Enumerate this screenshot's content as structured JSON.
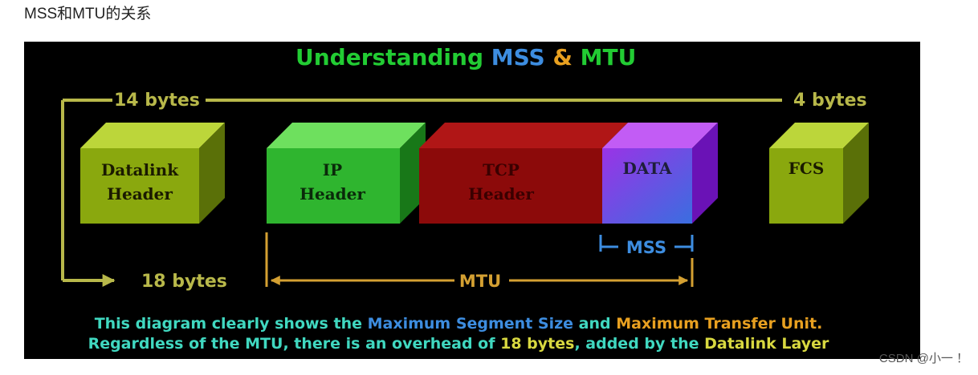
{
  "page": {
    "heading": "MSS和MTU的关系",
    "watermark": "CSDN @小一 ！"
  },
  "diagram": {
    "title": {
      "part1": "Understanding ",
      "part2": "MSS",
      "part3": " & ",
      "part4": "MTU"
    },
    "labels": {
      "left_bytes": "14 bytes",
      "right_bytes": "4 bytes",
      "overhead_bytes": "18 bytes",
      "mss": "MSS",
      "mtu": "MTU"
    },
    "boxes": {
      "datalink": {
        "line1": "Datalink",
        "line2": "Header"
      },
      "ip": {
        "line1": "IP",
        "line2": "Header"
      },
      "tcp": {
        "line1": "TCP",
        "line2": "Header"
      },
      "data": {
        "line1": "DATA"
      },
      "fcs": {
        "line1": "FCS"
      }
    },
    "caption": {
      "l1a": "This diagram clearly shows the ",
      "l1b": "Maximum Segment Size",
      "l1c": " and ",
      "l1d": "Maximum Transfer Unit.",
      "l2a": "Regardless of the MTU, there is an overhead of ",
      "l2b": "18 bytes",
      "l2c": ", added by the ",
      "l2d": "Datalink Layer"
    },
    "colors": {
      "title_green": "#22cc33",
      "title_blue": "#3d8de0",
      "title_orange": "#e8a020",
      "connector_olive": "#b8b84a",
      "bracket_orange": "#d4a032",
      "mss_blue": "#3d8de0",
      "caption_cyan": "#40d8c0",
      "caption_blue": "#3d8de0",
      "caption_orange": "#e8a020",
      "caption_yellow": "#d8d840",
      "olive_box": "#8aa80e",
      "green_box": "#2fb52f",
      "red_box": "#8c0a0a",
      "purple_box": "#8a22e6"
    }
  }
}
